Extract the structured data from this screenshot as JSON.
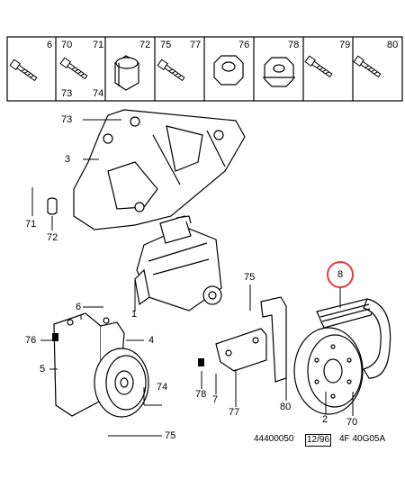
{
  "header": {
    "cells": [
      {
        "top": [
          "6"
        ],
        "bottom": []
      },
      {
        "top": [
          "70",
          "71"
        ],
        "bottom": [
          "73",
          "74"
        ]
      },
      {
        "top": [
          "72"
        ],
        "bottom": []
      },
      {
        "top": [
          "75",
          "77"
        ],
        "bottom": []
      },
      {
        "top": [
          "76"
        ],
        "bottom": []
      },
      {
        "top": [
          "78"
        ],
        "bottom": []
      },
      {
        "top": [
          "79"
        ],
        "bottom": []
      },
      {
        "top": [
          "80"
        ],
        "bottom": []
      }
    ]
  },
  "callouts": {
    "c73": "73",
    "c3": "3",
    "c71": "71",
    "c72": "72",
    "c1": "1",
    "c6": "6",
    "c76": "76",
    "c5": "5",
    "c4": "4",
    "c74": "74",
    "c75b": "75",
    "c75": "75",
    "c78": "78",
    "c7": "7",
    "c77": "77",
    "c80": "80",
    "c8": "8",
    "c2": "2",
    "c70": "70"
  },
  "footer": {
    "code": "44400050",
    "date": "12/96",
    "ref": "4F 40G05A"
  },
  "colors": {
    "highlight": "#e8393f"
  }
}
